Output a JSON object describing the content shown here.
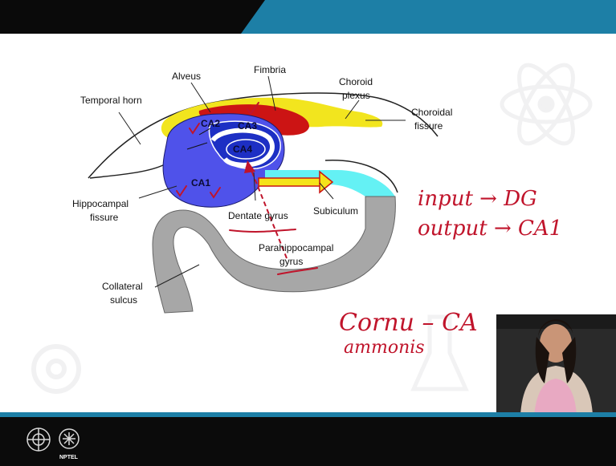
{
  "diagram": {
    "labels": {
      "temporal_horn": "Temporal horn",
      "alveus": "Alveus",
      "fimbria": "Fimbria",
      "choroid_plexus_1": "Choroid",
      "choroid_plexus_2": "plexus",
      "choroidal_fissure_1": "Choroidal",
      "choroidal_fissure_2": "fissure",
      "hippocampal_fissure_1": "Hippocampal",
      "hippocampal_fissure_2": "fissure",
      "dentate_gyrus": "Dentate gyrus",
      "subiculum": "Subiculum",
      "parahippocampal_1": "Parahippocampal",
      "parahippocampal_2": "gyrus",
      "collateral_sulcus_1": "Collateral",
      "collateral_sulcus_2": "sulcus"
    },
    "regions": {
      "ca1": "CA1",
      "ca2": "CA2",
      "ca3": "CA3",
      "ca4": "CA4"
    },
    "colors": {
      "hippocampus": "#4f52ea",
      "ca3_region": "#1d2fc4",
      "alveus": "#f2e51e",
      "fimbria": "#cc1414",
      "subiculum": "#64f1f4",
      "parahippocampal": "#a7a7a7",
      "ink": "#c0142b",
      "top_bar": "#1d7fa6",
      "bottom_bar": "#0b0b0b"
    }
  },
  "annotations": {
    "input": "input → DG",
    "output": "output → CA1",
    "cornu": "Cornu – CA",
    "ammonis": "ammonis"
  },
  "footer": {
    "logo_text": "NPTEL"
  }
}
